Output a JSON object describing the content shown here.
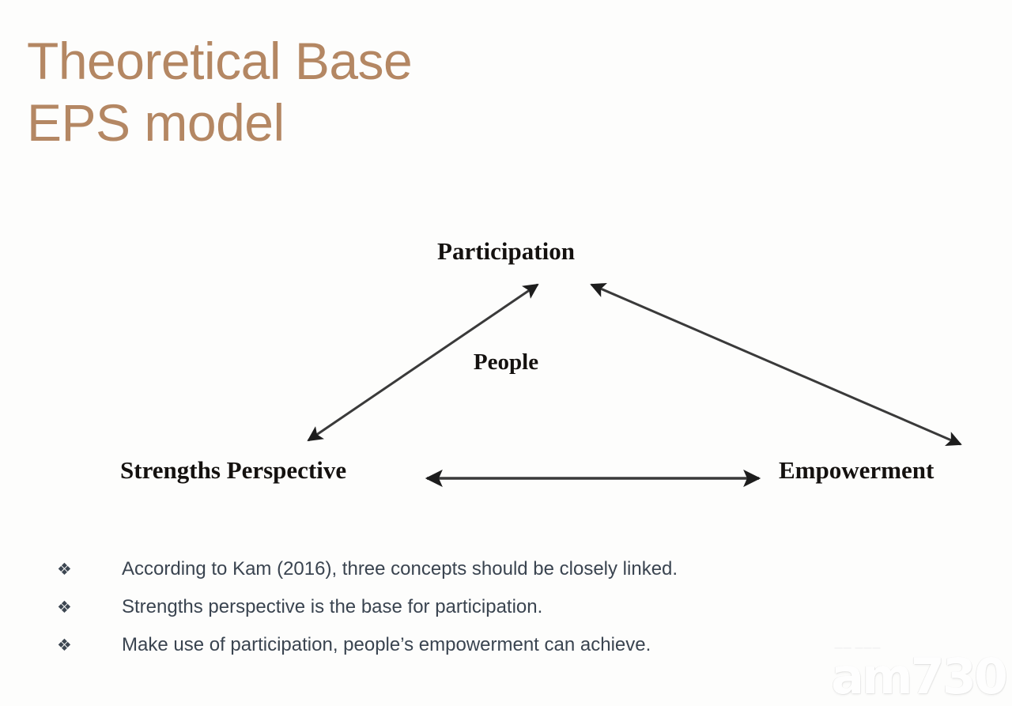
{
  "slide": {
    "background_color": "#fdfdfc",
    "title": {
      "line1": "Theoretical Base",
      "line2": "EPS model",
      "color": "#b48763"
    }
  },
  "diagram": {
    "type": "triangle-relationship",
    "center_label": "People",
    "nodes": [
      {
        "id": "participation",
        "label": "Participation",
        "position": "top-center"
      },
      {
        "id": "strengths",
        "label": "Strengths Perspective",
        "position": "bottom-left"
      },
      {
        "id": "empowerment",
        "label": "Empowerment",
        "position": "bottom-right"
      }
    ],
    "connections": [
      {
        "from": "strengths",
        "to": "participation",
        "style": "double-headed-arrow"
      },
      {
        "from": "participation",
        "to": "empowerment",
        "style": "double-headed-arrow"
      },
      {
        "from": "strengths",
        "to": "empowerment",
        "style": "double-headed-arrow"
      }
    ],
    "line_color": "#2b2b2b"
  },
  "bullets": {
    "glyph": "❖",
    "text_color": "#3a4450",
    "items": [
      "According to Kam (2016), three concepts should be closely linked.",
      "Strengths perspective is the base for participation.",
      "Make use of participation, people’s empowerment can achieve."
    ]
  },
  "watermark": {
    "text": "am730",
    "sub_text": "—— ———"
  }
}
